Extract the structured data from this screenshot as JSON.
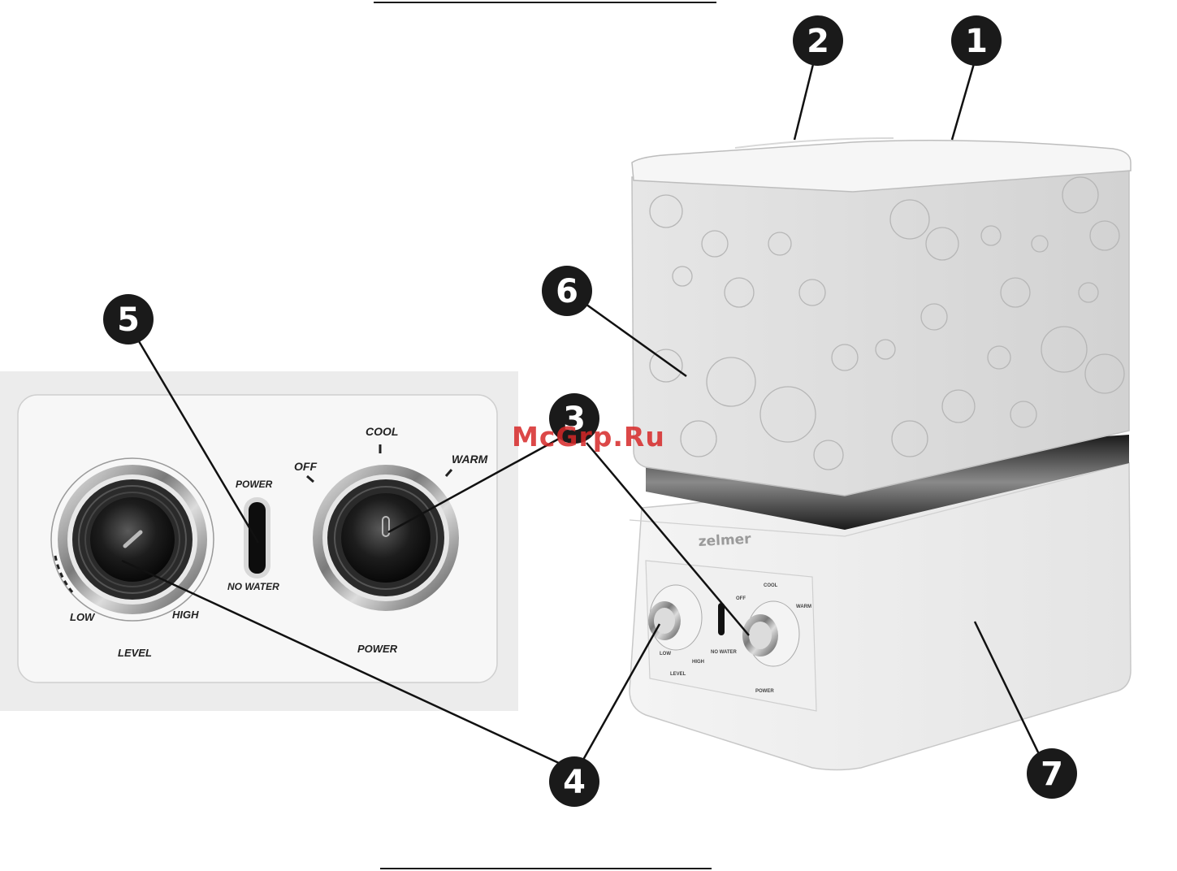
{
  "callouts": [
    "1",
    "2",
    "3",
    "4",
    "5",
    "6",
    "7"
  ],
  "panel": {
    "labels": {
      "cool": "COOL",
      "off": "OFF",
      "warm": "WARM",
      "power_top": "POWER",
      "no_water": "NO WATER",
      "low": "LOW",
      "high": "HIGH",
      "level": "LEVEL",
      "power_bottom": "POWER"
    }
  },
  "device": {
    "brand": "zelmer",
    "mini_labels": {
      "cool": "COOL",
      "off": "OFF",
      "warm": "WARM",
      "power": "POWER",
      "level": "LEVEL",
      "low": "LOW",
      "high": "HIGH",
      "no_water": "NO WATER"
    }
  },
  "watermark": "McGrp.Ru",
  "colors": {
    "callout_fill": "#1a1a1a",
    "callout_text": "#ffffff",
    "watermark": "#d62828"
  }
}
